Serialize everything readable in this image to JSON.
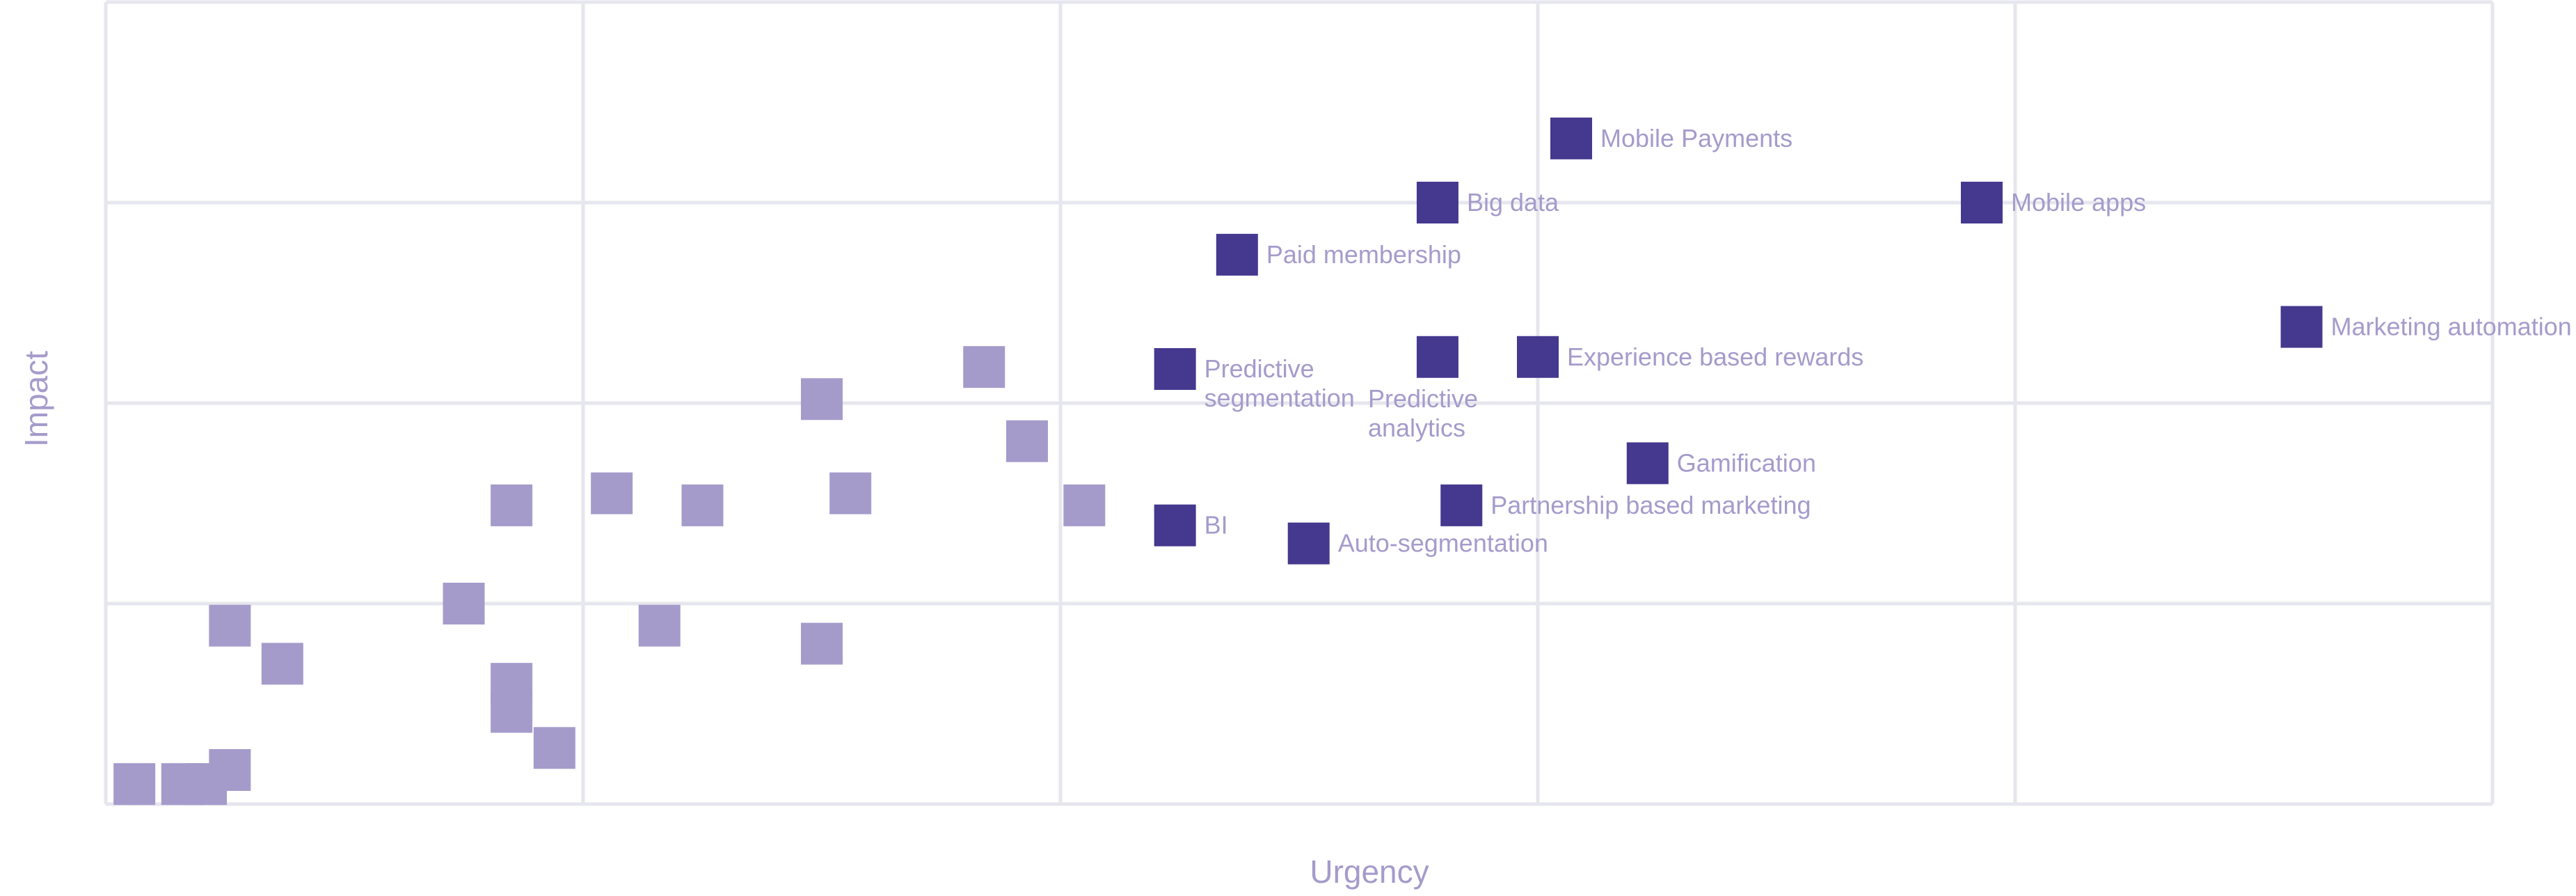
{
  "chart_data": {
    "type": "scatter",
    "title": "",
    "xlabel": "Urgency",
    "ylabel": "Impact",
    "xlim": [
      0,
      5
    ],
    "ylim": [
      0,
      4
    ],
    "grid": true,
    "x_grid_count": 5,
    "y_grid_count": 4,
    "colors": {
      "highlight": "#45388f",
      "other": "#a59bcb",
      "grid": "#e6e6ee",
      "text": "#a59bcb"
    },
    "highlighted": [
      {
        "label": "Mobile Payments",
        "x": 3.07,
        "y": 3.32
      },
      {
        "label": "Big data",
        "x": 2.79,
        "y": 3.0
      },
      {
        "label": "Mobile apps",
        "x": 3.93,
        "y": 3.0
      },
      {
        "label": "Paid membership",
        "x": 2.37,
        "y": 2.74
      },
      {
        "label": "Marketing automation",
        "x": 4.6,
        "y": 2.38
      },
      {
        "label": "Predictive segmentation",
        "x": 2.24,
        "y": 2.17
      },
      {
        "label": "Predictive analytics",
        "x": 2.79,
        "y": 2.23
      },
      {
        "label": "Experience based rewards",
        "x": 3.0,
        "y": 2.23
      },
      {
        "label": "Gamification",
        "x": 3.23,
        "y": 1.7
      },
      {
        "label": "Partnership based marketing",
        "x": 2.84,
        "y": 1.49
      },
      {
        "label": "BI",
        "x": 2.24,
        "y": 1.39
      },
      {
        "label": "Auto-segmentation",
        "x": 2.52,
        "y": 1.3
      }
    ],
    "others": [
      {
        "x": 0.06,
        "y": 0.1
      },
      {
        "x": 0.16,
        "y": 0.1
      },
      {
        "x": 0.21,
        "y": 0.1
      },
      {
        "x": 0.26,
        "y": 0.17
      },
      {
        "x": 0.26,
        "y": 0.89
      },
      {
        "x": 0.37,
        "y": 0.7
      },
      {
        "x": 0.75,
        "y": 1.0
      },
      {
        "x": 0.85,
        "y": 1.49
      },
      {
        "x": 0.85,
        "y": 0.6
      },
      {
        "x": 0.85,
        "y": 0.46
      },
      {
        "x": 0.94,
        "y": 0.28
      },
      {
        "x": 1.06,
        "y": 1.55
      },
      {
        "x": 1.16,
        "y": 0.89
      },
      {
        "x": 1.25,
        "y": 1.49
      },
      {
        "x": 1.5,
        "y": 2.02
      },
      {
        "x": 1.5,
        "y": 0.8
      },
      {
        "x": 1.56,
        "y": 1.55
      },
      {
        "x": 1.84,
        "y": 2.18
      },
      {
        "x": 1.93,
        "y": 1.81
      },
      {
        "x": 2.05,
        "y": 1.49
      }
    ]
  }
}
